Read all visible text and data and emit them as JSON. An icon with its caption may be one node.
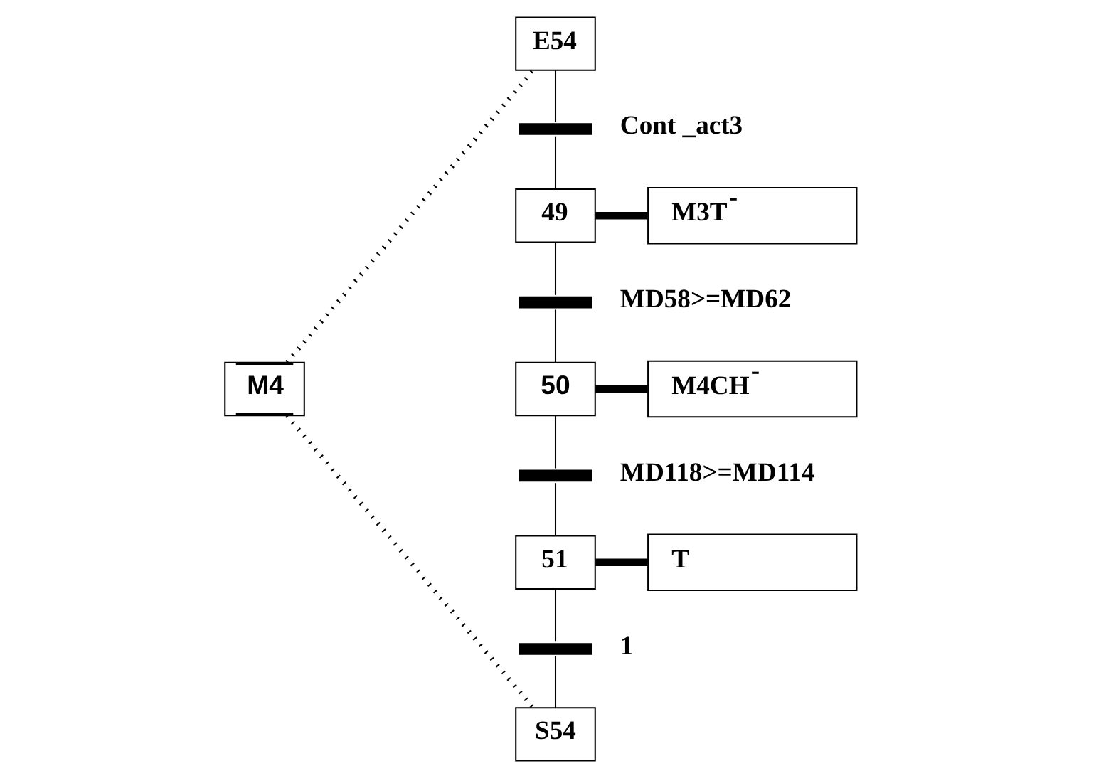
{
  "diagram": {
    "nodes": [
      {
        "text": [
          "M4"
        ]
      },
      {
        "text": [
          "E54"
        ]
      },
      {
        "text": [],
        "shape": "bar",
        "beside": [
          "Cont _act3"
        ]
      },
      {
        "text": [
          "49"
        ]
      },
      {
        "text": [
          "M3T$^{-}$"
        ]
      },
      {
        "text": [],
        "shape": "bar",
        "beside": [
          "MD58>=MD62"
        ]
      },
      {
        "text": [
          "50"
        ]
      },
      {
        "text": [
          "M4CH$^{-}$"
        ]
      },
      {
        "text": [],
        "shape": "bar",
        "beside": [
          "MD118>=MD114"
        ]
      },
      {
        "text": [
          "51"
        ]
      },
      {
        "text": [
          "T"
        ]
      },
      {
        "text": [],
        "shape": "bar",
        "beside": [
          "1"
        ]
      },
      {
        "text": [
          "S54"
        ]
      }
    ],
    "edges": [
      {
        "from": 0,
        "to": 1,
        "arrow": "none",
        "style": "dashed"
      },
      {
        "from": 1,
        "to": 2,
        "arrow": "none"
      },
      {
        "from": 2,
        "to": 3,
        "arrow": "none"
      },
      {
        "from": 3,
        "to": 4,
        "arrow": "none",
        "style": "thick"
      },
      {
        "from": 3,
        "to": 5,
        "arrow": "none"
      },
      {
        "from": 5,
        "to": 6,
        "arrow": "none"
      },
      {
        "from": 6,
        "to": 7,
        "arrow": "none",
        "style": "thick"
      },
      {
        "from": 6,
        "to": 8,
        "arrow": "none"
      },
      {
        "from": 8,
        "to": 9,
        "arrow": "none"
      },
      {
        "from": 9,
        "to": 10,
        "arrow": "none",
        "style": "thick"
      },
      {
        "from": 9,
        "to": 11,
        "arrow": "none"
      },
      {
        "from": 11,
        "to": 12,
        "arrow": "none"
      },
      {
        "from": 0,
        "to": 12,
        "arrow": "none",
        "style": "dashed"
      }
    ]
  }
}
